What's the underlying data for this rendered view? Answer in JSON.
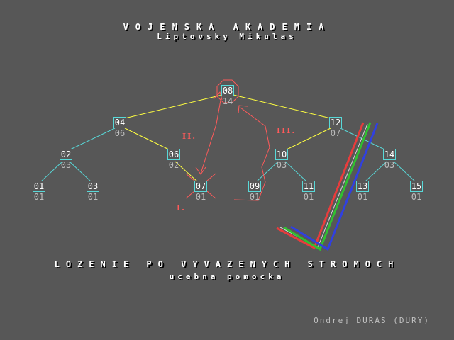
{
  "title": {
    "line1": "VOJENSKA AKADEMIA",
    "line2": "Liptovsky Mikulas",
    "line3": "LOZENIE PO VYVAZENYCH STROMOCH",
    "line4": "ucebna pomocka"
  },
  "author": "Ondrej DURAS (DURY)",
  "steps": {
    "s1": "I.",
    "s2": "II.",
    "s3": "III."
  },
  "colors": {
    "background": "#575757",
    "node_border": "#58d8d8",
    "edge_yellow": "#ffff40",
    "edge_cyan": "#58d8d8",
    "annotation_red": "#ff5a5a"
  },
  "tree": {
    "nodes": [
      {
        "id": "n08",
        "key": "08",
        "balance": "14"
      },
      {
        "id": "n04",
        "key": "04",
        "balance": "06"
      },
      {
        "id": "n12",
        "key": "12",
        "balance": "07"
      },
      {
        "id": "n02",
        "key": "02",
        "balance": "03"
      },
      {
        "id": "n06",
        "key": "06",
        "balance": "02"
      },
      {
        "id": "n10",
        "key": "10",
        "balance": "03"
      },
      {
        "id": "n14",
        "key": "14",
        "balance": "03"
      },
      {
        "id": "n01",
        "key": "01",
        "balance": "01"
      },
      {
        "id": "n03",
        "key": "03",
        "balance": "01"
      },
      {
        "id": "n07",
        "key": "07",
        "balance": "01"
      },
      {
        "id": "n09",
        "key": "09",
        "balance": "01"
      },
      {
        "id": "n11",
        "key": "11",
        "balance": "01"
      },
      {
        "id": "n13",
        "key": "13",
        "balance": "01"
      },
      {
        "id": "n15",
        "key": "15",
        "balance": "01"
      }
    ]
  }
}
